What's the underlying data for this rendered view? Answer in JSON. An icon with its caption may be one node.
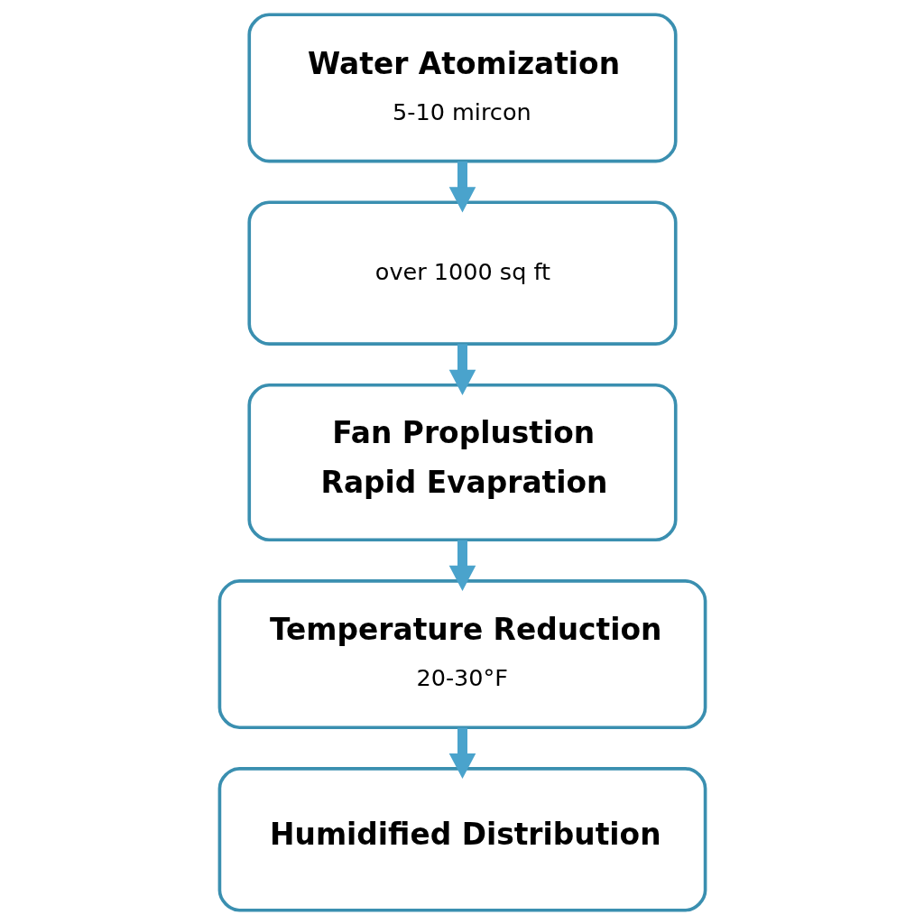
{
  "diagram": {
    "nodes": [
      {
        "text": [
          "Water Atomization",
          "5-10 mircon"
        ]
      },
      {
        "text": [
          "over 1000 sq ft"
        ]
      },
      {
        "text": [
          "Fan Proplustion",
          "Rapid Evapration"
        ]
      },
      {
        "text": [
          "Temperature Reduction",
          "20-30°F"
        ]
      },
      {
        "text": [
          "Humidified Distribution"
        ]
      }
    ],
    "edges": [
      {
        "from": 0,
        "to": 1,
        "arrow": "to"
      },
      {
        "from": 1,
        "to": 2,
        "arrow": "to"
      },
      {
        "from": 2,
        "to": 3,
        "arrow": "to"
      },
      {
        "from": 3,
        "to": 4,
        "arrow": "to"
      }
    ]
  }
}
